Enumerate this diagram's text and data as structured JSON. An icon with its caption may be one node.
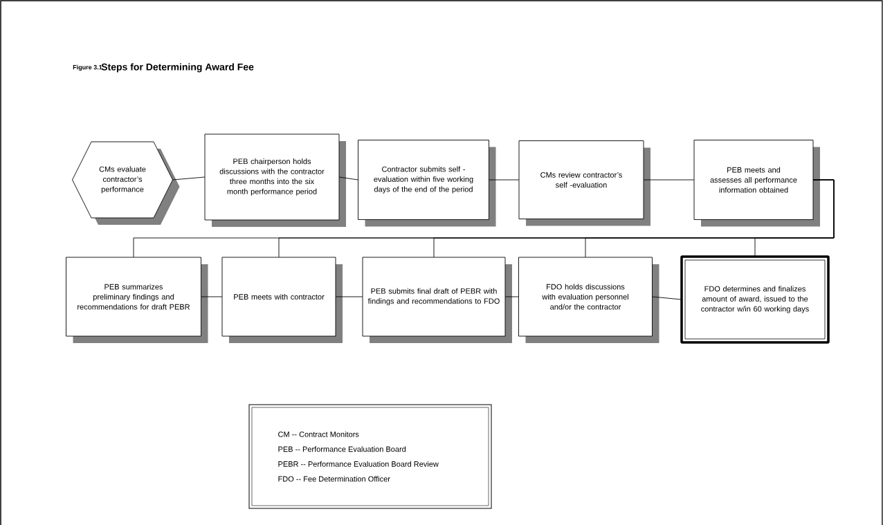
{
  "diagram": {
    "title": "Steps for Determining Award Fee",
    "nodes": [
      {
        "text": [
          "CMs evaluate contractor’s performance"
        ]
      },
      {
        "text": [
          "PEB chairperson holds discussions with the contractor three months into the six month performance period"
        ]
      },
      {
        "text": [
          "Contractor submits self -evaluation within five working days of the end of the period"
        ]
      },
      {
        "text": [
          "CMs review contractor’s self -evaluation"
        ]
      },
      {
        "text": [
          "PEB meets and assesses all performance information obtained"
        ]
      },
      {
        "text": [
          "PEB summarizes preliminary findings and recommendations for draft PEBR"
        ]
      },
      {
        "text": [
          "PEB meets with contractor"
        ]
      },
      {
        "text": [
          "PEB submits final draft of PEBR with findings and recommendations to FDO"
        ]
      },
      {
        "text": [
          "FDO holds discussions with evaluation personnel and/or the contractor"
        ]
      },
      {
        "text": [
          "FDO determines and finalizes amount of award, issued to the contractor w/in 60 working days"
        ]
      },
      {
        "text": [
          "CM -- Contract Monitors",
          "PEB -- Performance Evaluation Board",
          "PEBR -- Performance Evaluation Board Review",
          "FDO -- Fee Determination Officer"
        ]
      }
    ],
    "edges": [
      {
        "from": 0,
        "to": 1,
        "arrow": "none"
      },
      {
        "from": 1,
        "to": 2,
        "arrow": "none"
      },
      {
        "from": 2,
        "to": 3,
        "arrow": "none"
      },
      {
        "from": 3,
        "to": 4,
        "arrow": "none"
      },
      {
        "from": 4,
        "to": 5,
        "arrow": "none"
      },
      {
        "from": 4,
        "to": 6,
        "arrow": "none"
      },
      {
        "from": 4,
        "to": 7,
        "arrow": "none"
      },
      {
        "from": 4,
        "to": 8,
        "arrow": "none"
      },
      {
        "from": 4,
        "to": 9,
        "arrow": "none"
      },
      {
        "from": 5,
        "to": 6,
        "arrow": "none"
      },
      {
        "from": 6,
        "to": 7,
        "arrow": "none"
      },
      {
        "from": 7,
        "to": 8,
        "arrow": "none"
      },
      {
        "from": 8,
        "to": 9,
        "arrow": "none"
      }
    ],
    "labels": [
      "Figure 3.1"
    ]
  }
}
